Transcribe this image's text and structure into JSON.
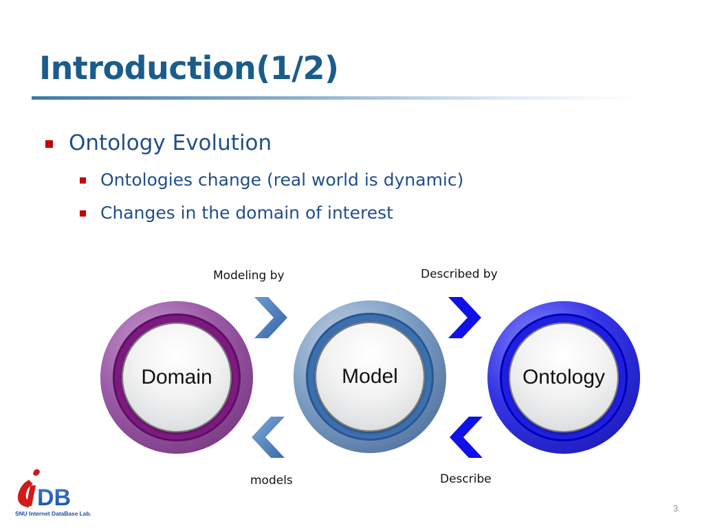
{
  "slide": {
    "title": "Introduction(1/2)",
    "page_number": "3"
  },
  "bullets": {
    "main": "Ontology Evolution",
    "sub": [
      "Ontologies change (real world is dynamic)",
      "Changes in the domain of interest"
    ]
  },
  "diagram": {
    "nodes": [
      "Domain",
      "Model",
      "Ontology"
    ],
    "edges": {
      "top_left": "Modeling by",
      "top_right": "Described by",
      "bottom_left": "models",
      "bottom_right": "Describe"
    },
    "colors": {
      "domain": "#7c1a80",
      "model": "#3c6fae",
      "ontology": "#1f1fe0",
      "bullet_marker": "#c00000",
      "title": "#1a5c8c"
    }
  },
  "logo": {
    "text": "DB",
    "caption": "SNU Internet DataBase Lab."
  }
}
